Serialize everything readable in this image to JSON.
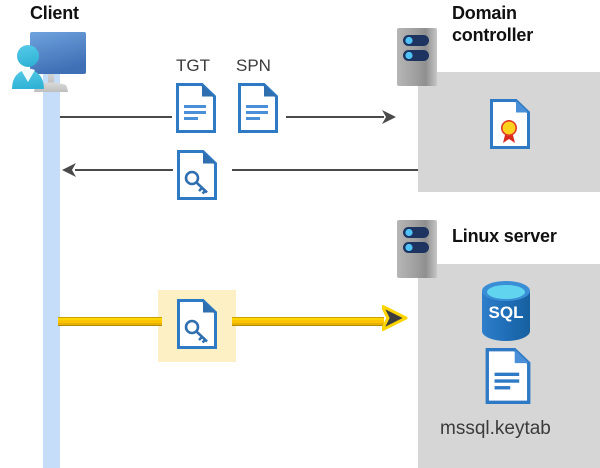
{
  "diagram": {
    "type": "kerberos-authentication-sequence",
    "actors": {
      "client": {
        "title": "Client",
        "icon": "client-workstation-icon"
      },
      "domain_controller": {
        "title": "Domain\ncontroller",
        "icon": "server-icon"
      },
      "linux_server": {
        "title": "Linux server",
        "icon": "server-icon"
      }
    },
    "flows": [
      {
        "id": "request-tgt-spn",
        "direction": "right",
        "color": "#4a4a4a",
        "artifacts": [
          {
            "label": "TGT",
            "icon": "document-icon"
          },
          {
            "label": "SPN",
            "icon": "document-icon"
          }
        ]
      },
      {
        "id": "issue-service-ticket",
        "direction": "left",
        "color": "#4a4a4a",
        "artifacts": [
          {
            "label": "",
            "icon": "key-document-icon"
          }
        ]
      },
      {
        "id": "present-service-ticket",
        "direction": "right",
        "color": "#ffd500",
        "highlight_color": "#fdf0c4",
        "artifacts": [
          {
            "label": "",
            "icon": "key-document-icon"
          }
        ]
      }
    ],
    "domain_controller_contents": [
      {
        "name": "certificate",
        "icon": "certificate-document-icon",
        "label": ""
      }
    ],
    "linux_server_contents": [
      {
        "name": "sql-database",
        "icon": "sql-database-icon",
        "label": "SQL"
      },
      {
        "name": "keytab-file",
        "icon": "document-icon",
        "label": "mssql.keytab"
      }
    ],
    "colors": {
      "panel": "#d6d6d6",
      "lifeline": "#c6ddf9",
      "arrow_gray": "#4a4a4a",
      "arrow_yellow": "#ffd500",
      "highlight": "#fdf0c4",
      "doc_blue": "#2f7ac4",
      "title": "#111111"
    }
  }
}
